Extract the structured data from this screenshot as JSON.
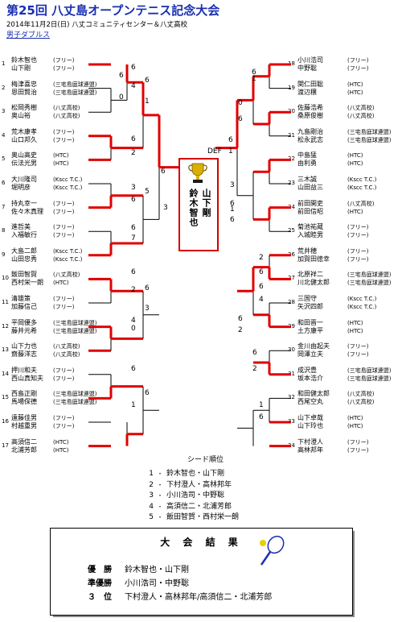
{
  "header": {
    "title": "第25回 八丈島オープンテニス記念大会",
    "date_venue": "2014年11月2日(日) 八丈コミュニティセンター＆八丈高校",
    "category": "男子ダブルス"
  },
  "left_entries": [
    {
      "seed": "1",
      "names": [
        "鈴木智也",
        "山下剛"
      ],
      "affs": [
        "(フリー)",
        "(フリー)"
      ]
    },
    {
      "seed": "2",
      "names": [
        "梅津喜忠",
        "恩田賢治"
      ],
      "affs": [
        "(三宅島庭球連盟)",
        "(三宅島庭球連盟)"
      ]
    },
    {
      "seed": "3",
      "names": [
        "松岡秀樹",
        "奥山裕"
      ],
      "affs": [
        "(八丈高校)",
        "(八丈高校)"
      ]
    },
    {
      "seed": "4",
      "names": [
        "荒木康孝",
        "山口邦久"
      ],
      "affs": [
        "(フリー)",
        "(フリー)"
      ]
    },
    {
      "seed": "5",
      "names": [
        "奥山高史",
        "伝法光男"
      ],
      "affs": [
        "(HTC)",
        "(HTC)"
      ]
    },
    {
      "seed": "6",
      "names": [
        "大川隆司",
        "堀明彦"
      ],
      "affs": [
        "(Kscc T.C.)",
        "(Kscc T.C.)"
      ]
    },
    {
      "seed": "7",
      "names": [
        "持丸幸一",
        "佐々木真理"
      ],
      "affs": [
        "(フリー)",
        "(フリー)"
      ]
    },
    {
      "seed": "8",
      "names": [
        "進哲美",
        "入福敏行"
      ],
      "affs": [
        "(フリー)",
        "(フリー)"
      ]
    },
    {
      "seed": "9",
      "names": [
        "大島二郎",
        "山田忠秀"
      ],
      "affs": [
        "(Kscc T.C.)",
        "(Kscc T.C.)"
      ]
    },
    {
      "seed": "10",
      "names": [
        "飯田智賀",
        "西村栄一朗"
      ],
      "affs": [
        "(八丈高校)",
        "(HTC)"
      ]
    },
    {
      "seed": "11",
      "names": [
        "清雄策",
        "加藤信己"
      ],
      "affs": [
        "(フリー)",
        "(フリー)"
      ]
    },
    {
      "seed": "12",
      "names": [
        "平岡優多",
        "藤井元希"
      ],
      "affs": [
        "(三宅島庭球連盟)",
        "(三宅島庭球連盟)"
      ]
    },
    {
      "seed": "13",
      "names": [
        "山下力也",
        "齋藤洋志"
      ],
      "affs": [
        "(八丈高校)",
        "(八丈高校)"
      ]
    },
    {
      "seed": "14",
      "names": [
        "押川和夫",
        "西山真知夫"
      ],
      "affs": [
        "(フリー)",
        "(フリー)"
      ]
    },
    {
      "seed": "15",
      "names": [
        "西島正剛",
        "馬場保德"
      ],
      "affs": [
        "(三宅島庭球連盟)",
        "(三宅島庭球連盟)"
      ]
    },
    {
      "seed": "16",
      "names": [
        "遠藤佳男",
        "村越重男"
      ],
      "affs": [
        "(フリー)",
        "(フリー)"
      ]
    },
    {
      "seed": "17",
      "names": [
        "高須信二",
        "北浦芳郎"
      ],
      "affs": [
        "(HTC)",
        "(HTC)"
      ]
    }
  ],
  "right_entries": [
    {
      "seed": "18",
      "names": [
        "小川浩司",
        "中野聡"
      ],
      "affs": [
        "(フリー)",
        "(フリー)"
      ]
    },
    {
      "seed": "19",
      "names": [
        "関仁田聡",
        "渡辺穣"
      ],
      "affs": [
        "(HTC)",
        "(HTC)"
      ]
    },
    {
      "seed": "20",
      "names": [
        "佐藤浩希",
        "桑原俊樹"
      ],
      "affs": [
        "(八丈高校)",
        "(八丈高校)"
      ]
    },
    {
      "seed": "21",
      "names": [
        "九島剛治",
        "松永武志"
      ],
      "affs": [
        "(三宅島庭球連盟)",
        "(三宅島庭球連盟)"
      ]
    },
    {
      "seed": "22",
      "names": [
        "中島猛",
        "由利勇"
      ],
      "affs": [
        "(HTC)",
        "(HTC)"
      ]
    },
    {
      "seed": "23",
      "names": [
        "三木誠",
        "山田益三"
      ],
      "affs": [
        "(Kscc T.C.)",
        "(Kscc T.C.)"
      ]
    },
    {
      "seed": "24",
      "names": [
        "前田開吏",
        "前田信昭"
      ],
      "affs": [
        "(八丈高校)",
        "(HTC)"
      ]
    },
    {
      "seed": "25",
      "names": [
        "菊池祐蔵",
        "入城睦男"
      ],
      "affs": [
        "(フリー)",
        "(フリー)"
      ]
    },
    {
      "seed": "26",
      "names": [
        "荒井穂",
        "加賀田徳幸"
      ],
      "affs": [
        "(フリー)",
        "(フリー)"
      ]
    },
    {
      "seed": "27",
      "names": [
        "北原祥二",
        "川北健太郎"
      ],
      "affs": [
        "(三宅島庭球連盟)",
        "(三宅島庭球連盟)"
      ]
    },
    {
      "seed": "28",
      "names": [
        "三国守",
        "矢沢四郎"
      ],
      "affs": [
        "(Kscc T.C.)",
        "(Kscc T.C.)"
      ]
    },
    {
      "seed": "29",
      "names": [
        "和田晋一",
        "土方康平"
      ],
      "affs": [
        "(HTC)",
        "(HTC)"
      ]
    },
    {
      "seed": "30",
      "names": [
        "金川由起夫",
        "岡澤立夫"
      ],
      "affs": [
        "(フリー)",
        "(フリー)"
      ]
    },
    {
      "seed": "31",
      "names": [
        "成沢豊",
        "坂本浩介"
      ],
      "affs": [
        "(三宅島庭球連盟)",
        "(三宅島庭球連盟)"
      ]
    },
    {
      "seed": "32",
      "names": [
        "和田健太郎",
        "西尾空丸"
      ],
      "affs": [
        "(八丈高校)",
        "(八丈高校)"
      ]
    },
    {
      "seed": "33",
      "names": [
        "山下卓哉",
        "山下玲也"
      ],
      "affs": [
        "(HTC)",
        "(HTC)"
      ]
    },
    {
      "seed": "34",
      "names": [
        "下村澄人",
        "高林邦年"
      ],
      "affs": [
        "(フリー)",
        "(フリー)"
      ]
    }
  ],
  "champion": {
    "col_right": "山下剛",
    "col_left": "鈴木智也"
  },
  "def_label": "DEF",
  "seeding": {
    "title": "シード順位",
    "rows": [
      {
        "no": "1",
        "name": "鈴木智也・山下剛"
      },
      {
        "no": "2",
        "name": "下村澄人・高林邦年"
      },
      {
        "no": "3",
        "name": "小川浩司・中野聡"
      },
      {
        "no": "4",
        "name": "高須信二・北浦芳郎"
      },
      {
        "no": "5",
        "name": "飯田智賀・西村栄一朗"
      }
    ]
  },
  "results": {
    "title": "大 会 結 果",
    "rows": [
      {
        "label": "優　勝",
        "value": "鈴木智也・山下剛"
      },
      {
        "label": "準優勝",
        "value": "小川浩司・中野聡"
      },
      {
        "label": "３　位",
        "value": "下村澄人・高林邦年/高須信二・北浦芳郎"
      }
    ]
  },
  "colors": {
    "winner_line": "#e00000",
    "title_blue": "#1a2fb0"
  }
}
